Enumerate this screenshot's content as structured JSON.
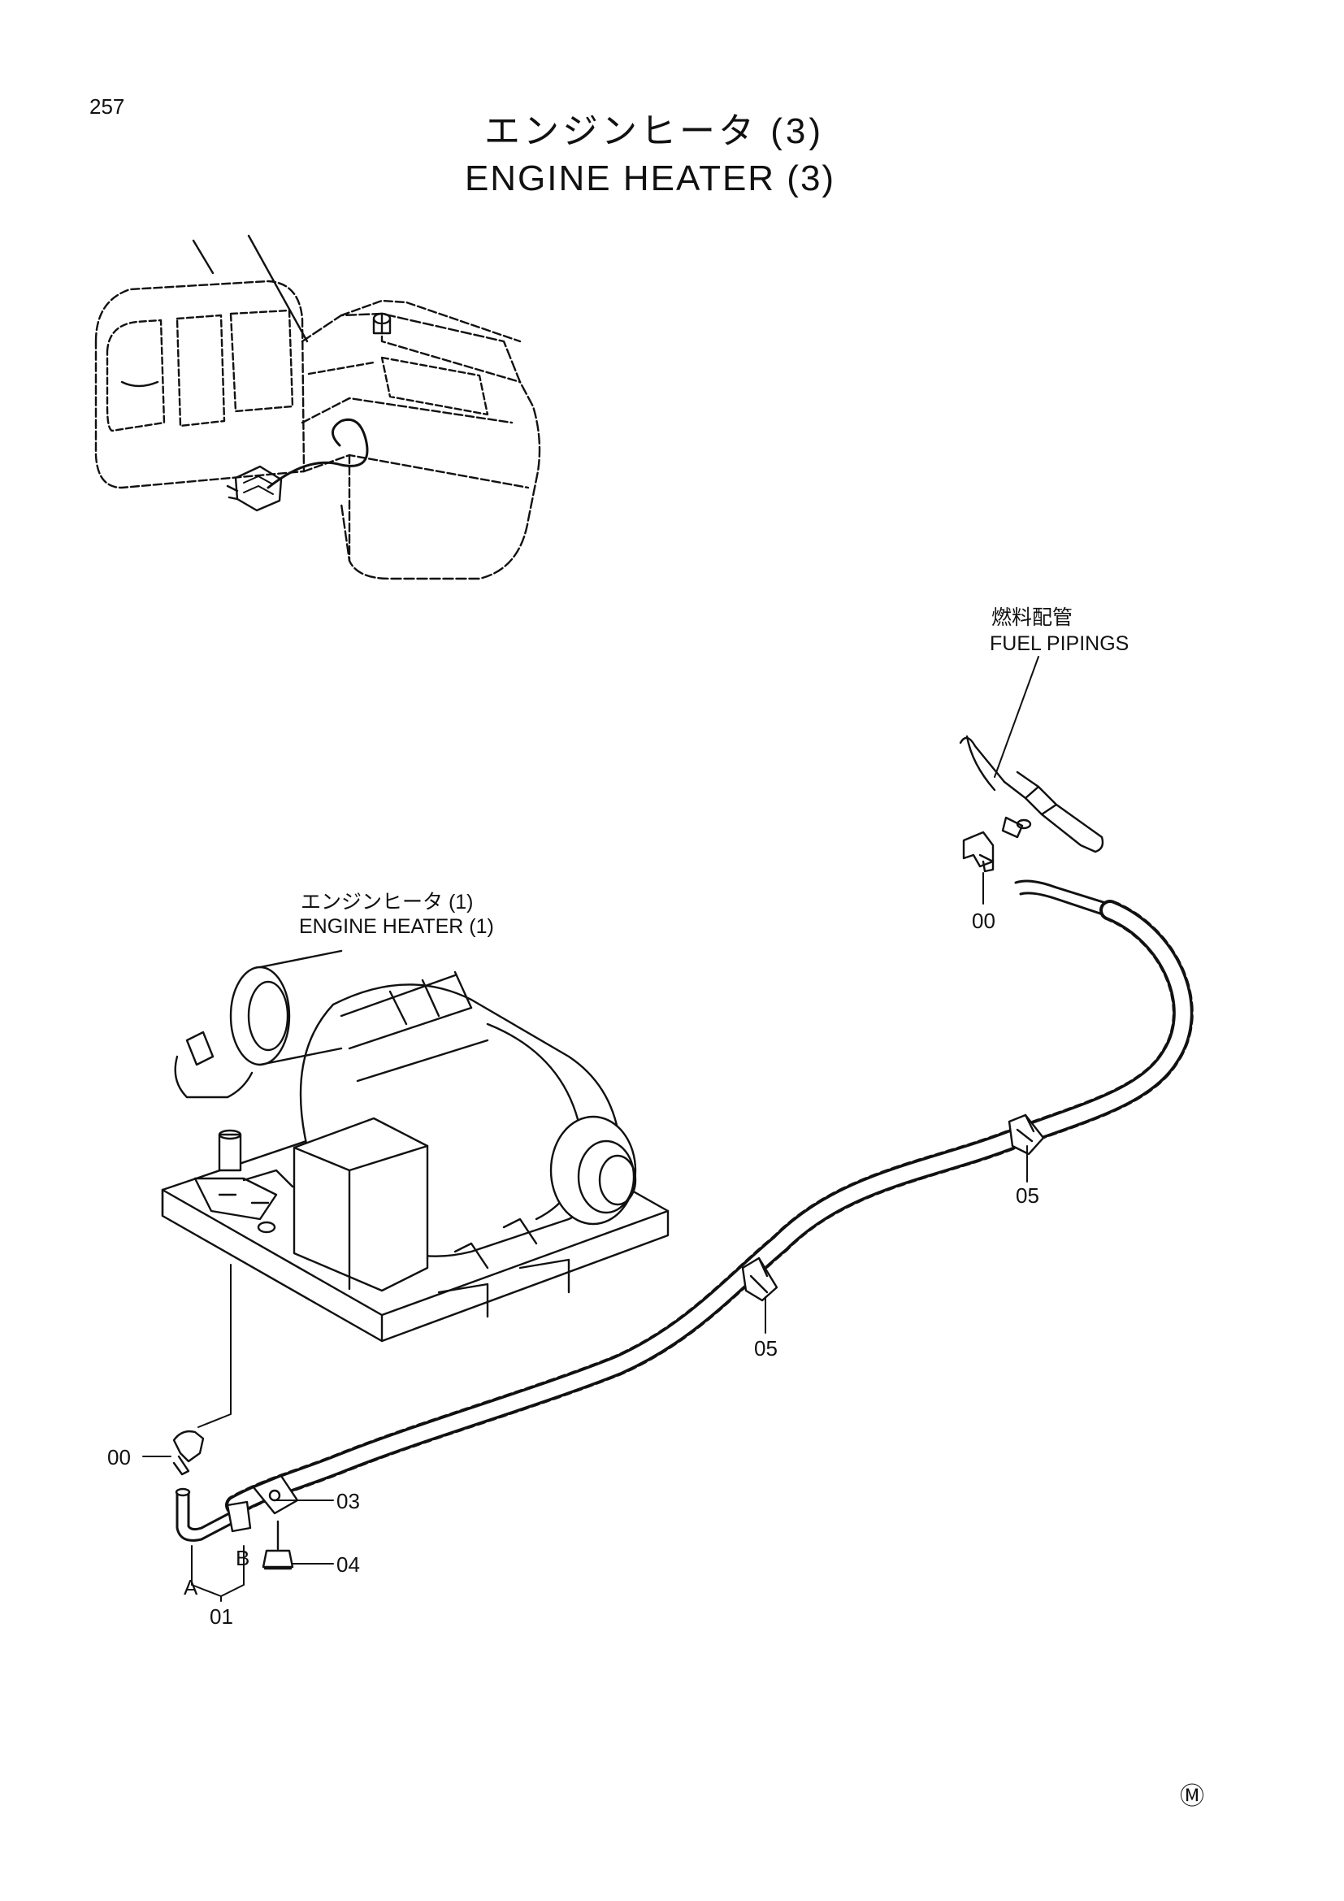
{
  "page": {
    "number": "257"
  },
  "title": {
    "jp": "エンジンヒータ (3)",
    "en": "ENGINE HEATER (3)"
  },
  "labels": {
    "fuel_pipings": {
      "jp": "燃料配管",
      "en": "FUEL PIPINGS"
    },
    "engine_heater_1": {
      "jp": "エンジンヒータ (1)",
      "en": "ENGINE HEATER (1)"
    }
  },
  "callouts": {
    "fuel_elbow": "00",
    "heater_elbow": "00",
    "clamp_upper": "05",
    "clamp_middle": "05",
    "bracket": "03",
    "bolt": "04",
    "hose_assembly": "01",
    "end_a": "A",
    "end_b": "B"
  },
  "mark": "Ⓜ"
}
